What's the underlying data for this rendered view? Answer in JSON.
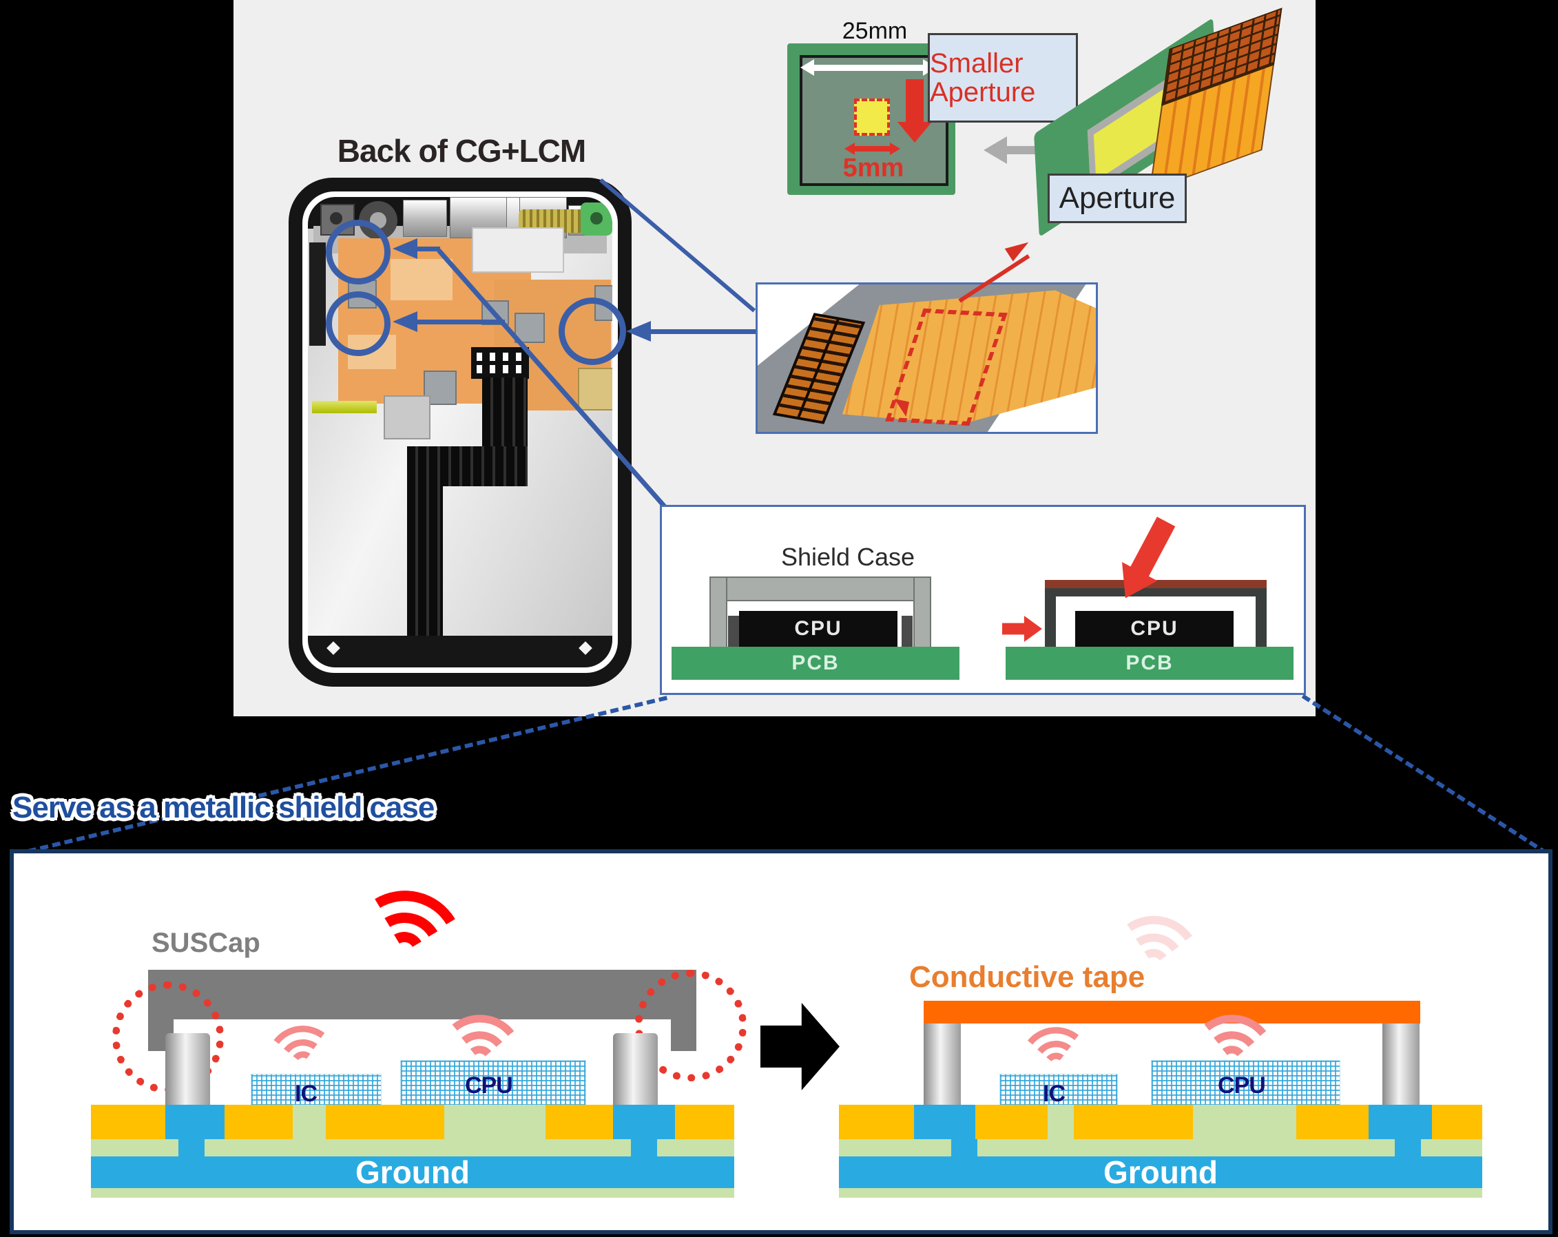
{
  "top": {
    "back_title": "Back of CG+LCM",
    "dim_large": "25mm",
    "dim_small": "5mm",
    "smaller_aperture_label": "Smaller Aperture",
    "aperture_label": "Aperture",
    "shield_case_label": "Shield Case",
    "left_cpu": "CPU",
    "left_pcb": "PCB",
    "right_cpu": "CPU",
    "right_pcb": "PCB"
  },
  "bottom": {
    "headline": "Serve as a metallic shield case",
    "left": {
      "cap_label": "SUSCap",
      "ic": "IC",
      "cpu": "CPU",
      "ground": "Ground"
    },
    "right": {
      "tape_label": "Conductive tape",
      "ic": "IC",
      "cpu": "CPU",
      "ground": "Ground"
    }
  },
  "colors": {
    "accent_blue": "#3B5EA8",
    "headline_blue": "#1F4F9E",
    "red": "#D93025",
    "orange_tape": "#FF6900",
    "orange_text": "#E87E2E",
    "pcb_green": "#4C9A63",
    "layer_yellow": "#FFC000",
    "layer_cyan": "#29ABE2",
    "layer_green": "#C9E2A9",
    "cap_gray": "#7C7C7C"
  }
}
